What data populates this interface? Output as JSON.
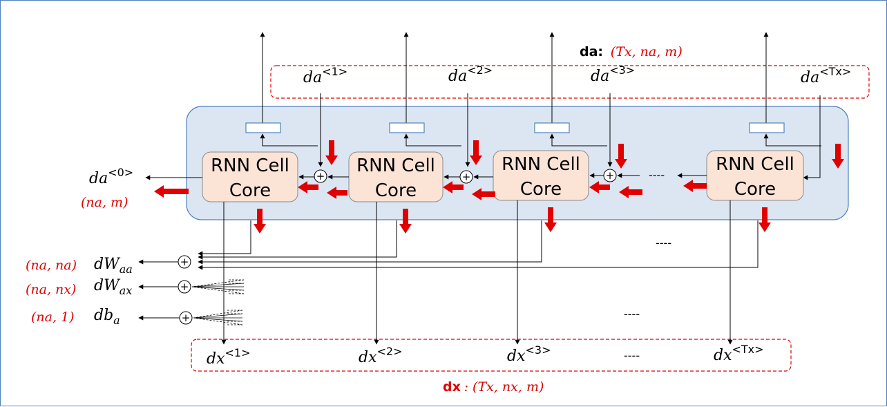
{
  "cell_label_line1": "RNN Cell",
  "cell_label_line2": "Core",
  "da_upstream": [
    {
      "base": "da",
      "sup": "<1>"
    },
    {
      "base": "da",
      "sup": "<2>"
    },
    {
      "base": "da",
      "sup": "<3>"
    },
    {
      "base": "da",
      "sup": "<Tx>"
    }
  ],
  "dx_outputs": [
    {
      "base": "dx",
      "sup": "<1>"
    },
    {
      "base": "dx",
      "sup": "<2>"
    },
    {
      "base": "dx",
      "sup": "<3>"
    },
    {
      "base": "dx",
      "sup": "<Tx>"
    }
  ],
  "da_header": {
    "name": "da:",
    "shape": "(Tx, na, m)"
  },
  "dx_header": {
    "name": "dx",
    "shape": ": (Tx, nx, m)"
  },
  "da0": {
    "label": "da<0>",
    "base": "da",
    "sup": "<0>",
    "shape": "(na, m)"
  },
  "gradients": [
    {
      "name": "dWaa",
      "base": "dW",
      "sub": "aa",
      "shape": "(na, na)"
    },
    {
      "name": "dWax",
      "base": "dW",
      "sub": "ax",
      "shape": "(na, nx)"
    },
    {
      "name": "dba",
      "base": "db",
      "sub": "a",
      "shape": "(na, 1)"
    }
  ],
  "plus_symbol": "+",
  "ellipsis": "----",
  "colors": {
    "frame": "#4f81bd",
    "container": "#dce6f2",
    "cell": "#fbe3d6",
    "accent": "#e00000"
  }
}
